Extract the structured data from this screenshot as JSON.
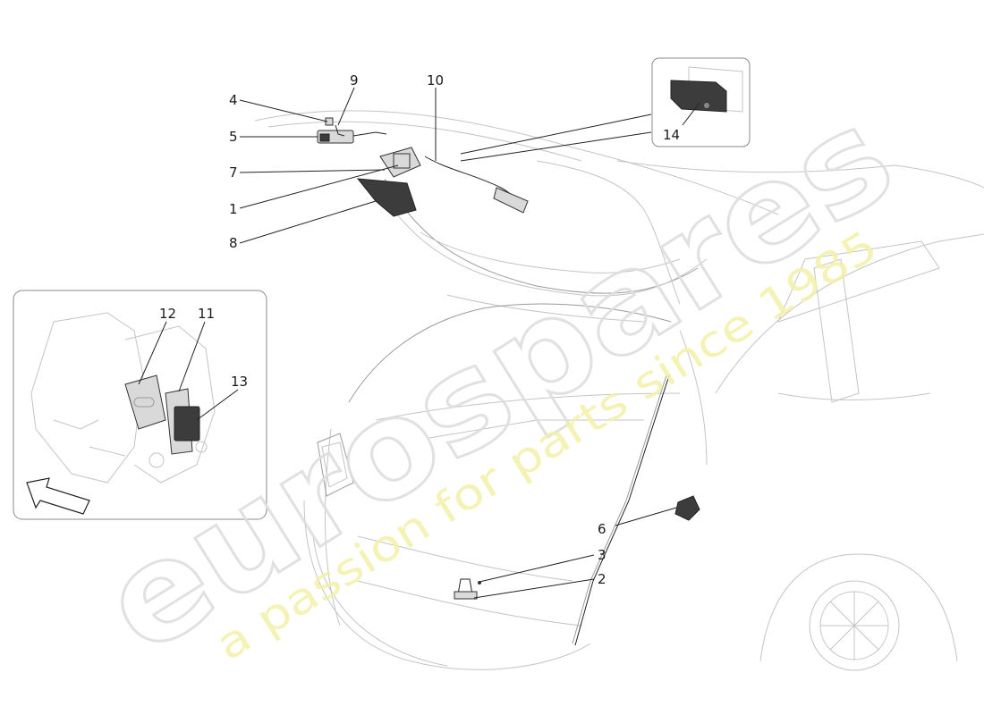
{
  "callouts": {
    "c1": "1",
    "c2": "2",
    "c3": "3",
    "c4": "4",
    "c5": "5",
    "c6": "6",
    "c7": "7",
    "c8": "8",
    "c9": "9",
    "c10": "10",
    "c11": "11",
    "c12": "12",
    "c13": "13",
    "c14": "14"
  },
  "watermark": {
    "logo_text": "eurospares",
    "tagline": "a passion for parts since 1985"
  },
  "colors": {
    "outline": "#c4c4c4",
    "part": "#d9d9d9",
    "part_dark": "#3c3c3c",
    "watermark_logo": "#dedede",
    "watermark_tagline": "#f3f0a8"
  }
}
